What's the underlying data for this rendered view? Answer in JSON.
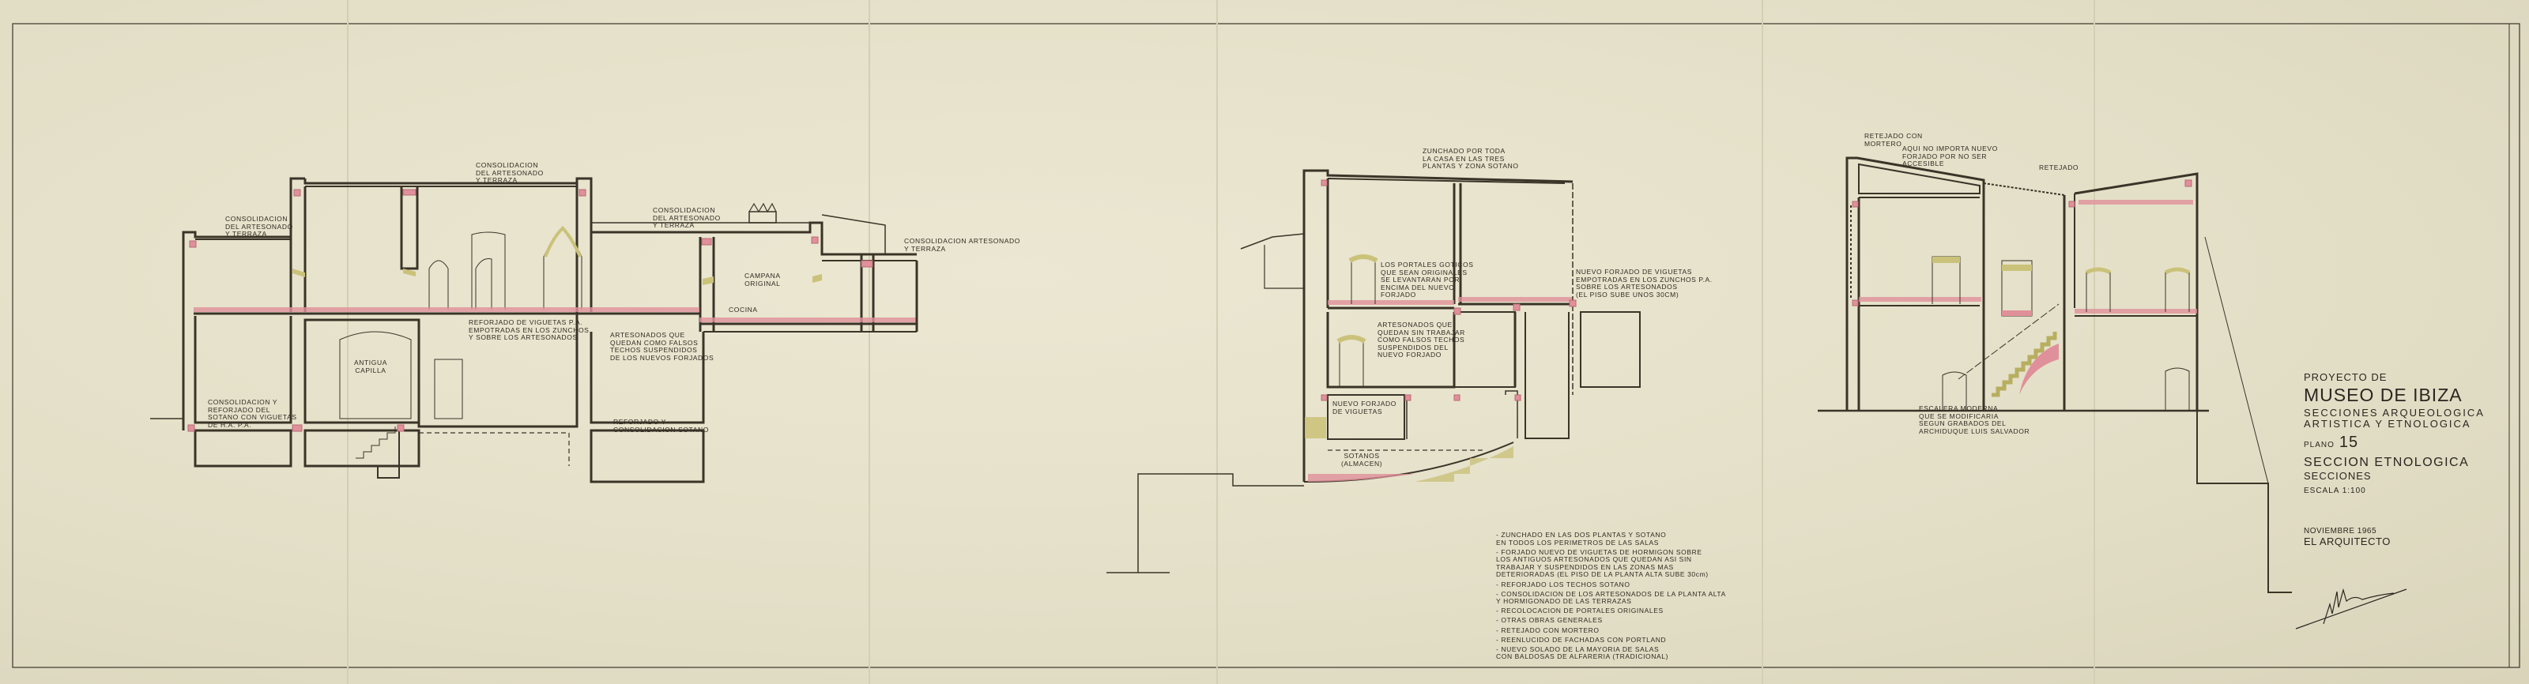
{
  "title_block": {
    "project_prefix": "PROYECTO DE",
    "project_name": "MUSEO DE IBIZA",
    "subtitle": "SECCIONES ARQUEOLOGICA\nARTISTICA Y ETNOLOGICA",
    "plan_label": "PLANO",
    "plan_number": "15",
    "section_title": "SECCION ETNOLOGICA",
    "section_subtitle": "SECCIONES",
    "scale": "ESCALA 1:100",
    "date": "NOVIEMBRE 1965",
    "author": "EL ARQUITECTO",
    "signature": "signature"
  },
  "left_section": {
    "labels": {
      "wing_roof": "CONSOLIDACION\nDEL ARTESONADO\nY TERRAZA",
      "main_roof": "CONSOLIDACION\nDEL ARTESONADO\nY TERRAZA",
      "middle_roof": "CONSOLIDACION\nDEL ARTESONADO\nY TERRAZA",
      "annex_roof": "CONSOLIDACION ARTESONADO\nY TERRAZA",
      "campana": "CAMPANA\nORIGINAL",
      "cocina": "COCINA",
      "reforjado_viguetas": "REFORJADO DE VIGUETAS P.A.\nEMPOTRADAS EN LOS ZUNCHOS\nY SOBRE LOS ARTESONADOS",
      "artesonados_falsos": "ARTESONADOS QUE\nQUEDAN COMO FALSOS\nTECHOS SUSPENDIDOS\nDE LOS NUEVOS FORJADOS",
      "capilla": "ANTIGUA\nCAPILLA",
      "sotano_consolidacion": "CONSOLIDACION Y\nREFORJADO DEL\nSOTANO CON VIGUETAS\nDE H.A. P.A.",
      "reforjado_sotano": "REFORJADO Y\nCONSOLIDACION SOTANO"
    }
  },
  "middle_section": {
    "labels": {
      "zunchado": "ZUNCHADO POR TODA\nLA CASA EN LAS TRES\nPLANTAS Y ZONA SOTANO",
      "portales": "LOS PORTALES GOTICOS\nQUE SEAN ORIGINALES\nSE LEVANTARAN POR\nENCIMA DEL NUEVO\nFORJADO",
      "nuevo_forjado_empotrado": "NUEVO FORJADO DE VIGUETAS\nEMPOTRADAS EN LOS ZUNCHOS P.A.\nSOBRE LOS ARTESONADOS\n(EL PISO SUBE UNOS 30cm)",
      "artesonados_sin_trabajar": "ARTESONADOS QUE\nQUEDAN SIN TRABAJAR\nCOMO FALSOS TECHOS\nSUSPENDIDOS DEL\nNUEVO FORJADO",
      "nuevo_forjado": "NUEVO FORJADO\nDE VIGUETAS",
      "sotanos": "SOTANOS\n(ALMACEN)"
    }
  },
  "right_section": {
    "labels": {
      "retejado_mortero": "RETEJADO CON\nMORTERO",
      "no_importa": "AQUI NO IMPORTA NUEVO\nFORJADO POR NO SER\nACCESIBLE",
      "retejado": "RETEJADO",
      "escalera": "ESCALERA MODERNA\nQUE SE MODIFICARIA\nSEGUN GRABADOS DEL\nARCHIDUQUE LUIS SALVADOR"
    }
  },
  "legend": {
    "items": [
      "- ZUNCHADO EN LAS DOS PLANTAS Y SOTANO\n  EN TODOS LOS PERIMETROS DE LAS SALAS",
      "- FORJADO NUEVO DE VIGUETAS DE HORMIGON SOBRE\n  LOS ANTIGUOS ARTESONADOS QUE QUEDAN ASI SIN\n  TRABAJAR Y SUSPENDIDOS EN LAS ZONAS MAS\n  DETERIORADAS (EL PISO DE LA PLANTA ALTA SUBE 30cm)",
      "- REFORJADO LOS TECHOS SOTANO",
      "- CONSOLIDACION DE LOS ARTESONADOS DE LA PLANTA ALTA\n  Y HORMIGONADO DE LAS TERRAZAS",
      "- RECOLOCACION DE PORTALES ORIGINALES",
      "- OTRAS OBRAS GENERALES",
      "- RETEJADO CON MORTERO",
      "- REENLUCIDO DE FACHADAS CON PORTLAND",
      "- NUEVO SOLADO DE LA MAYORIA DE SALAS\n  CON BALDOSAS DE ALFARERIA (TRADICIONAL)"
    ]
  },
  "colors": {
    "paper": "#e5e1ca",
    "ink": "#3a3428",
    "new_slab": "#e0909a",
    "portal": "#cbc27a"
  }
}
